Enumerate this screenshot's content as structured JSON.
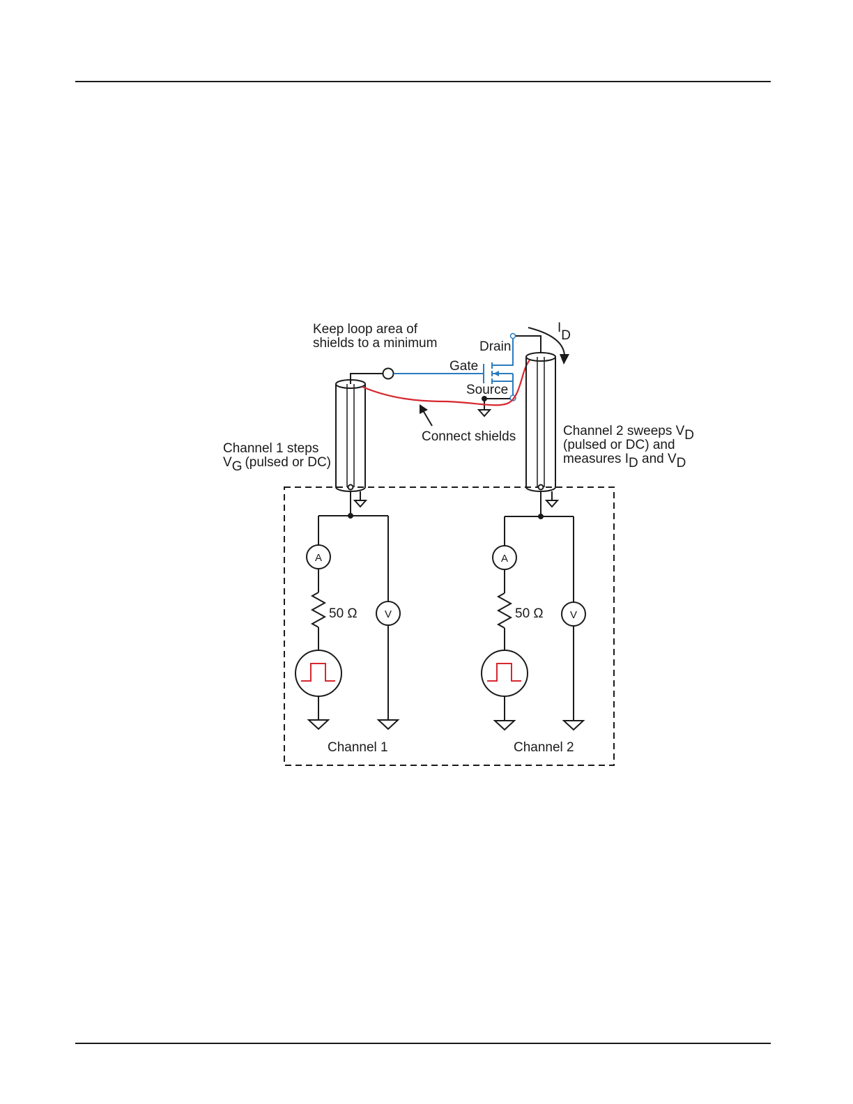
{
  "labels": {
    "keep_loop_line1": "Keep loop area of",
    "keep_loop_line2": "shields to a minimum",
    "drain": "Drain",
    "gate": "Gate",
    "source": "Source",
    "id_main": "I",
    "id_sub": "D",
    "connect_shields": "Connect shields",
    "ch1_line1": "Channel 1 steps",
    "ch1_line2_v": "V",
    "ch1_line2_sub": "G",
    "ch1_line2_rest": "(pulsed or DC)",
    "ch2_line1_text": "Channel 2 sweeps V",
    "ch2_line1_sub": "D",
    "ch2_line2": "(pulsed or DC) and",
    "ch2_line3_a": "measures I",
    "ch2_line3_sub1": "D",
    "ch2_line3_b": " and V",
    "ch2_line3_sub2": "D",
    "ch1_ammeter": "A",
    "ch1_voltmeter": "V",
    "ch1_resistor": "50 Ω",
    "ch2_ammeter": "A",
    "ch2_voltmeter": "V",
    "ch2_resistor": "50 Ω",
    "channel1": "Channel 1",
    "channel2": "Channel 2"
  },
  "colors": {
    "wire": "#1a1a1a",
    "gate_wire": "#2a7bbf",
    "shield_connection": "#d7262e",
    "pulse": "#d7262e"
  }
}
